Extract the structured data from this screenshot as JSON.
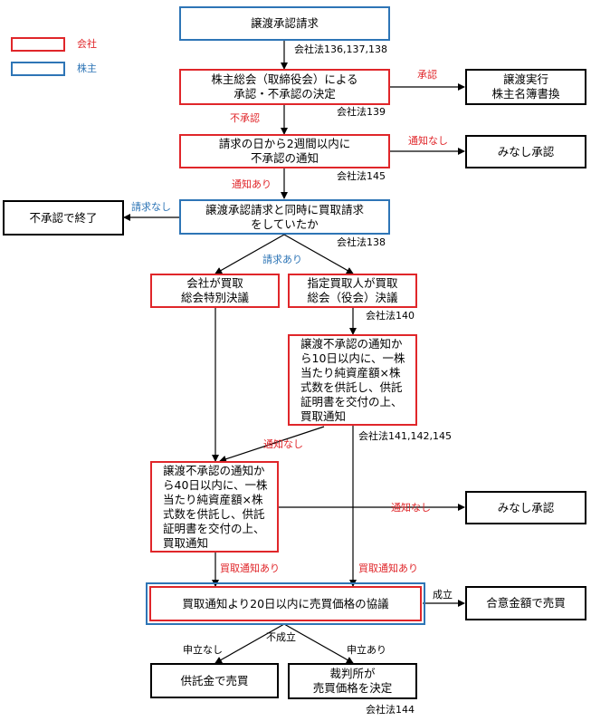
{
  "legend": {
    "company": {
      "label": "会社",
      "color": "#e0262a"
    },
    "shareholder": {
      "label": "株主",
      "color": "#2e75b6"
    }
  },
  "nodes": {
    "transfer_request": "譲渡承認請求",
    "board_decision": "株主総会（取締役会）による\n承認・不承認の決定",
    "transfer_execution": "譲渡実行\n株主名簿書換",
    "disapproval_notice": "請求の日から2週間以内に\n不承認の通知",
    "deemed_approval_1": "みなし承認",
    "end_disapproval": "不承認で終了",
    "purchase_request_check": "譲渡承認請求と同時に買取請求\nをしていたか",
    "company_purchase": "会社が買取\n総会特別決議",
    "designated_purchaser": "指定買取人が買取\n総会（役会）決議",
    "designated_deposit": "譲渡不承認の通知か\nら10日以内に、一株\n当たり純資産額×株\n式数を供託し、供託\n証明書を交付の上、\n買取通知",
    "company_deposit": "譲渡不承認の通知か\nら40日以内に、一株\n当たり純資産額×株\n式数を供託し、供託\n証明書を交付の上、\n買取通知",
    "deemed_approval_2": "みなし承認",
    "price_negotiation": "買取通知より20日以内に売買価格の協議",
    "agreed_price_sale": "合意金額で売買",
    "deposit_sale": "供託金で売買",
    "court_price": "裁判所が\n売買価格を決定"
  },
  "refs": {
    "r1": "会社法136,137,138",
    "r2": "会社法139",
    "r3": "会社法145",
    "r4": "会社法138",
    "r5": "会社法140",
    "r6": "会社法141,142,145",
    "r7": "会社法144"
  },
  "edge_labels": {
    "approved": "承認",
    "disapproved": "不承認",
    "no_notice_1": "通知なし",
    "notice_given": "通知あり",
    "no_request": "請求なし",
    "request_made": "請求あり",
    "no_notice_2": "通知なし",
    "no_notice_3": "通知なし",
    "purchase_notice_1": "買取通知あり",
    "purchase_notice_2": "買取通知あり",
    "established": "成立",
    "not_established": "不成立",
    "no_petition": "申立なし",
    "petition": "申立あり"
  }
}
